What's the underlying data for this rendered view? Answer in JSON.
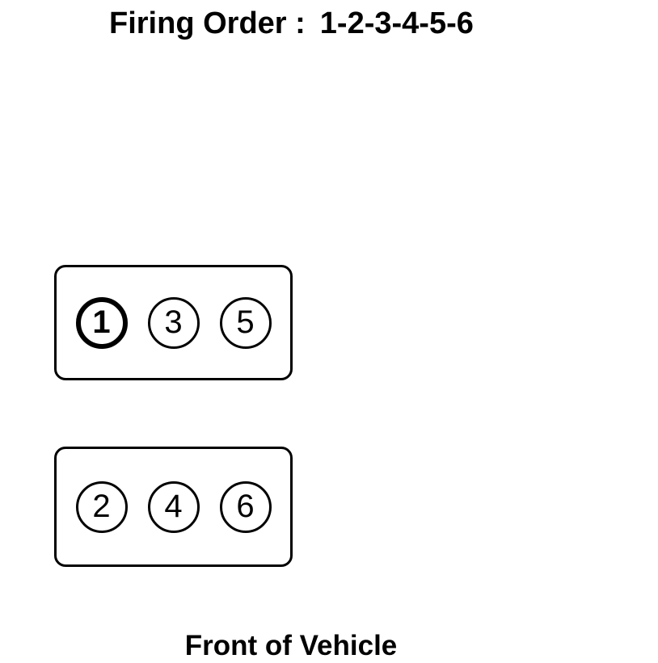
{
  "diagram": {
    "title_label": "Firing Order :",
    "firing_sequence": "1-2-3-4-5-6",
    "front_label": "Front of Vehicle",
    "highlight_cylinder": "1",
    "banks": [
      {
        "name": "bank-1-3-5",
        "cylinders": [
          "1",
          "3",
          "5"
        ]
      },
      {
        "name": "bank-2-4-6",
        "cylinders": [
          "2",
          "4",
          "6"
        ]
      }
    ]
  },
  "colors": {
    "line": "#000000",
    "text": "#000000",
    "background": "#ffffff"
  }
}
